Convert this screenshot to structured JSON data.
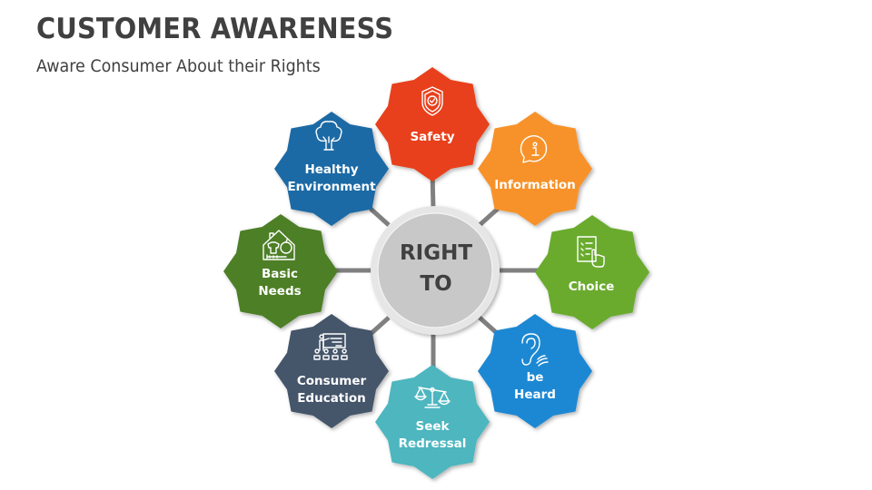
{
  "header": {
    "title": "CUSTOMER AWARENESS",
    "subtitle": "Aware Consumer About their Rights"
  },
  "center": {
    "line1": "RIGHT",
    "line2": "TO",
    "fill": "#c8c8c8",
    "ring": "#e6e6e6",
    "text_color": "#404040"
  },
  "connector_color": "#808080",
  "nodes": [
    {
      "id": "safety",
      "line1": "Safety",
      "line2": "",
      "icon": "shield-check-icon",
      "color": "#e8411a"
    },
    {
      "id": "information",
      "line1": "Information",
      "line2": "",
      "icon": "info-bubble-icon",
      "color": "#f7922a"
    },
    {
      "id": "choice",
      "line1": "Choice",
      "line2": "",
      "icon": "checklist-hand-icon",
      "color": "#6aab2e"
    },
    {
      "id": "be-heard",
      "line1": "be",
      "line2": "Heard",
      "icon": "ear-icon",
      "color": "#1e88d3"
    },
    {
      "id": "seek-redressal",
      "line1": "Seek",
      "line2": "Redressal",
      "icon": "scales-icon",
      "color": "#4db6bf"
    },
    {
      "id": "consumer-education",
      "line1": "Consumer",
      "line2": "Education",
      "icon": "teacher-board-icon",
      "color": "#45556b"
    },
    {
      "id": "basic-needs",
      "line1": "Basic",
      "line2": "Needs",
      "icon": "house-needs-icon",
      "color": "#4e7f27"
    },
    {
      "id": "healthy-environment",
      "line1": "Healthy",
      "line2": "Environment",
      "icon": "tree-icon",
      "color": "#1d6aa5"
    }
  ]
}
